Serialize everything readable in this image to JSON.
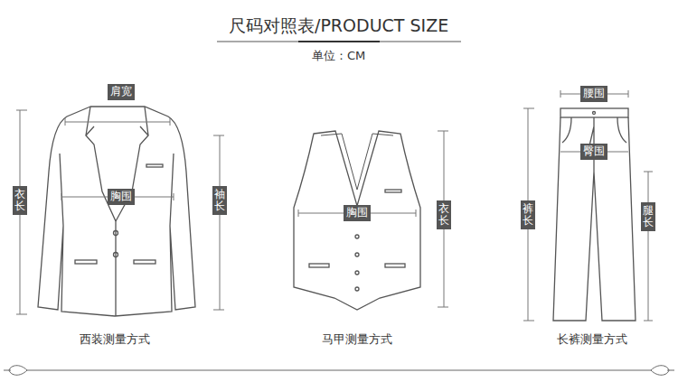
{
  "diagram": {
    "title": "尺码对照表/PRODUCT SIZE",
    "nodes": [
      {
        "text": [
          "肩宽"
        ]
      },
      {
        "text": [
          "衣长"
        ]
      },
      {
        "text": [
          "胸围"
        ]
      },
      {
        "text": [
          "袖长"
        ]
      },
      {
        "text": [
          "胸围"
        ]
      },
      {
        "text": [
          "衣长"
        ]
      },
      {
        "text": [
          "腰围"
        ]
      },
      {
        "text": [
          "臀围"
        ]
      },
      {
        "text": [
          "裤长"
        ]
      },
      {
        "text": [
          "腿长"
        ]
      }
    ],
    "labels": [
      "单位：CM",
      "西装测量方式",
      "马甲测量方式",
      "长裤测量方式"
    ]
  }
}
